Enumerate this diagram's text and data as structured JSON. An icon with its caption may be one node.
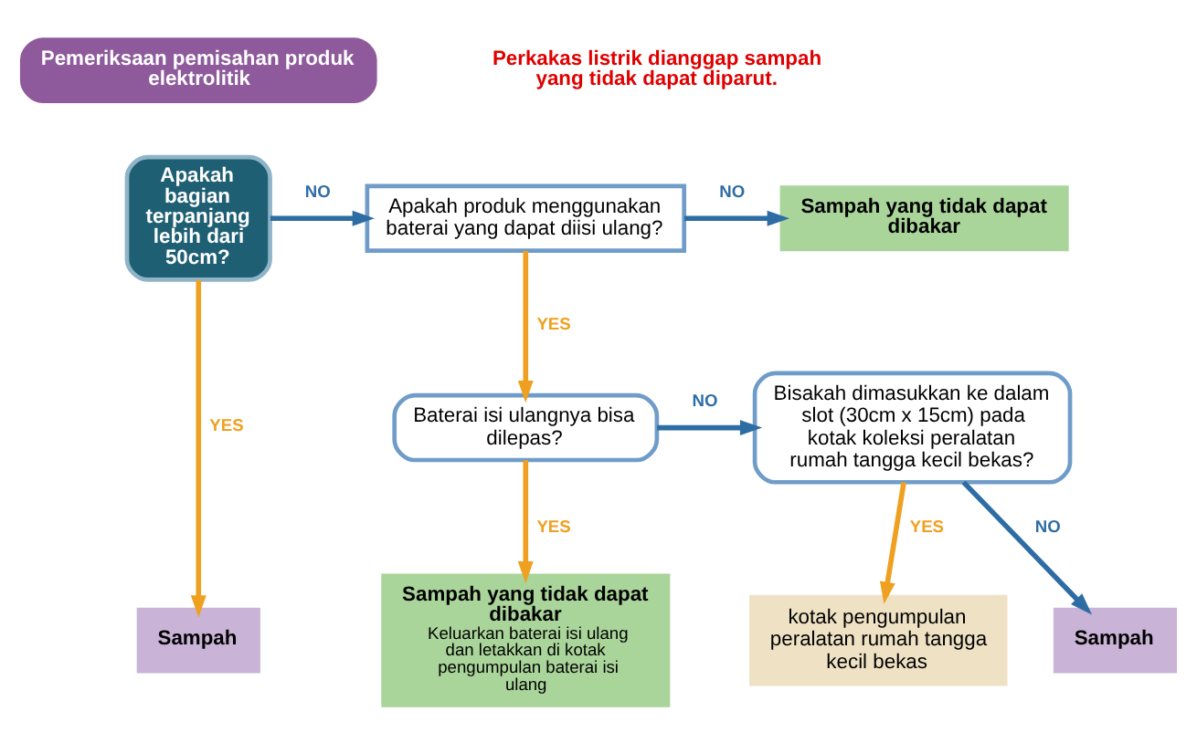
{
  "diagram": {
    "nodes": [
      {
        "text": [
          "Pemeriksaan pemisahan produk elektrolitik"
        ]
      },
      {
        "text": [
          "Apakah bagian terpanjang lebih dari 50cm?"
        ]
      },
      {
        "text": [
          "Apakah produk menggunakan baterai yang dapat diisi ulang?"
        ]
      },
      {
        "text": [
          "Sampah yang tidak dapat dibakar"
        ]
      },
      {
        "text": [
          "Baterai isi ulangnya bisa dilepas?"
        ]
      },
      {
        "text": [
          "Bisakah dimasukkan ke dalam slot (30cm x 15cm) pada kotak koleksi peralatan rumah tangga kecil bekas?"
        ]
      },
      {
        "text": [
          "Sampah"
        ]
      },
      {
        "text": [
          "Sampah yang tidak dapat dibakar",
          "Keluarkan baterai isi ulang dan letakkan di kotak pengumpulan baterai isi ulang"
        ]
      },
      {
        "text": [
          "kotak pengumpulan peralatan rumah tangga kecil bekas"
        ]
      },
      {
        "text": [
          "Sampah"
        ]
      }
    ],
    "edges": [
      {
        "from": 1,
        "to": 2,
        "arrow": "to",
        "label": "NO",
        "color": "#2e6da4"
      },
      {
        "from": 2,
        "to": 3,
        "arrow": "to",
        "label": "NO",
        "color": "#2e6da4"
      },
      {
        "from": 2,
        "to": 4,
        "arrow": "to",
        "label": "YES",
        "color": "#f0a020"
      },
      {
        "from": 4,
        "to": 5,
        "arrow": "to",
        "label": "NO",
        "color": "#2e6da4"
      },
      {
        "from": 1,
        "to": 6,
        "arrow": "to",
        "label": "YES",
        "color": "#f0a020"
      },
      {
        "from": 4,
        "to": 7,
        "arrow": "to",
        "label": "YES",
        "color": "#f0a020"
      },
      {
        "from": 5,
        "to": 8,
        "arrow": "to",
        "label": "YES",
        "color": "#f0a020"
      },
      {
        "from": 5,
        "to": 9,
        "arrow": "to",
        "label": "NO",
        "color": "#2e6da4"
      }
    ],
    "labels": [
      "Perkakas listrik dianggap sampah yang tidak dapat diparut."
    ]
  }
}
